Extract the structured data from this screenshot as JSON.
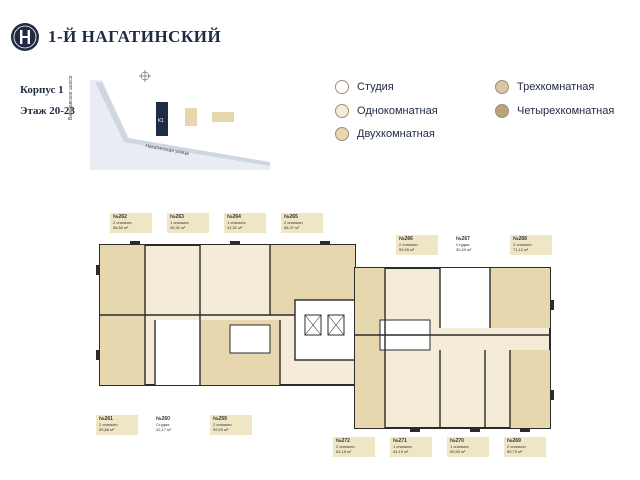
{
  "header": {
    "title": "1-Й НАГАТИНСКИЙ",
    "logo_icon": "monogram-h-icon"
  },
  "info": {
    "building": "Корпус 1",
    "floors": "Этаж 20-23"
  },
  "site": {
    "street_1": "Варшавское шоссе",
    "street_2": "Нагатинская улица",
    "block_label": "К1"
  },
  "legend": [
    {
      "label": "Студия",
      "color": "#ffffff"
    },
    {
      "label": "Однокомнатная",
      "color": "#f4ecd6"
    },
    {
      "label": "Двухкомнатная",
      "color": "#e6d7ae"
    },
    {
      "label": "Трехкомнатная",
      "color": "#d7c7a4"
    },
    {
      "label": "Четырехкомнатная",
      "color": "#b8a477"
    }
  ],
  "apartments": [
    {
      "num": "№262",
      "type": "2 спальни",
      "area": "58,80 м²"
    },
    {
      "num": "№263",
      "type": "1 спальня",
      "area": "45,31 м²"
    },
    {
      "num": "№264",
      "type": "1 спальня",
      "area": "41,31 м²"
    },
    {
      "num": "№265",
      "type": "2 спальни",
      "area": "68,37 м²"
    },
    {
      "num": "№266",
      "type": "2 спальни",
      "area": "59,95 м²"
    },
    {
      "num": "№267",
      "type": "Студия",
      "area": "30,40 м²"
    },
    {
      "num": "№268",
      "type": "2 спальни",
      "area": "71,12 м²"
    },
    {
      "num": "№261",
      "type": "2 спальни",
      "area": "59,86 м²"
    },
    {
      "num": "№260",
      "type": "Студия",
      "area": "32,17 м²"
    },
    {
      "num": "№259",
      "type": "2 спальни",
      "area": "59,33 м²"
    },
    {
      "num": "№272",
      "type": "2 спальни",
      "area": "63,15 м²"
    },
    {
      "num": "№271",
      "type": "1 спальня",
      "area": "44,19 м²"
    },
    {
      "num": "№270",
      "type": "1 спальня",
      "area": "50,50 м²"
    },
    {
      "num": "№269",
      "type": "2 спальни",
      "area": "65,79 м²"
    }
  ]
}
